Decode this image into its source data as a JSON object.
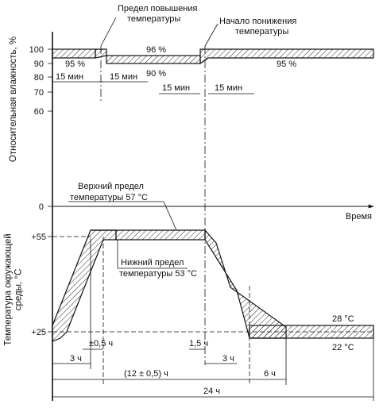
{
  "humidity_axis": {
    "label": "Относительная влажность, %",
    "ticks": [
      "100",
      "90",
      "80",
      "70",
      "60"
    ]
  },
  "temperature_axis": {
    "label": "Температура окружающей среды, °С",
    "ticks": [
      "+55",
      "+25"
    ]
  },
  "zero_label": "0",
  "time_axis_label": "Время",
  "callouts": {
    "temp_rise_limit": "Предел повышения\nтемпературы",
    "temp_fall_start": "Начало понижения\nтемпературы",
    "upper_temp_limit": "Верхний предел\nтемпературы 57 °С",
    "lower_temp_limit": "Нижний предел\nтемпературы 53 °С"
  },
  "humidity_values": {
    "left_95": "95 %",
    "middle_96": "96 %",
    "middle_90": "90 %",
    "right_95": "95 %"
  },
  "humidity_durations": {
    "left_a": "15 мин",
    "left_b": "15 мин",
    "right_a": "15 мин",
    "right_b": "15 мин"
  },
  "temperature_labels": {
    "upper_28": "28 °С",
    "lower_22": "22 °С"
  },
  "time_dimensions": {
    "offset_05": "±0,5 ч",
    "rise_3h": "3 ч",
    "dwell_15h": "1,5 ч",
    "fall_3h": "3 ч",
    "cycle_12h": "(12 ± 0,5) ч",
    "cool_6h": "6 ч",
    "total_24h": "24 ч"
  },
  "colors": {
    "ink": "#111111",
    "background": "#ffffff"
  }
}
